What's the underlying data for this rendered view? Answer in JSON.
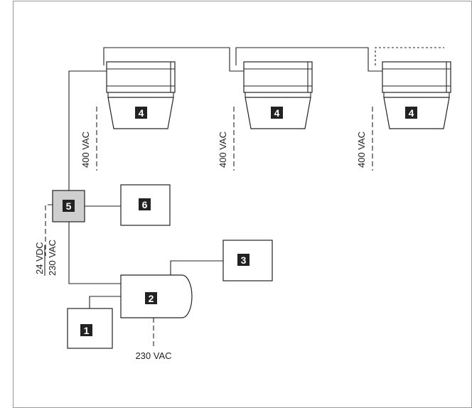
{
  "components": {
    "unit_1": "1",
    "unit_2": "2",
    "unit_3": "3",
    "unit_4": "4",
    "unit_5": "5",
    "unit_6": "6"
  },
  "labels": {
    "voltage_400": "400 VAC",
    "voltage_230": "230 VAC",
    "voltage_24dc": "24 VDC",
    "voltage_230_alt": "230 VAC"
  }
}
